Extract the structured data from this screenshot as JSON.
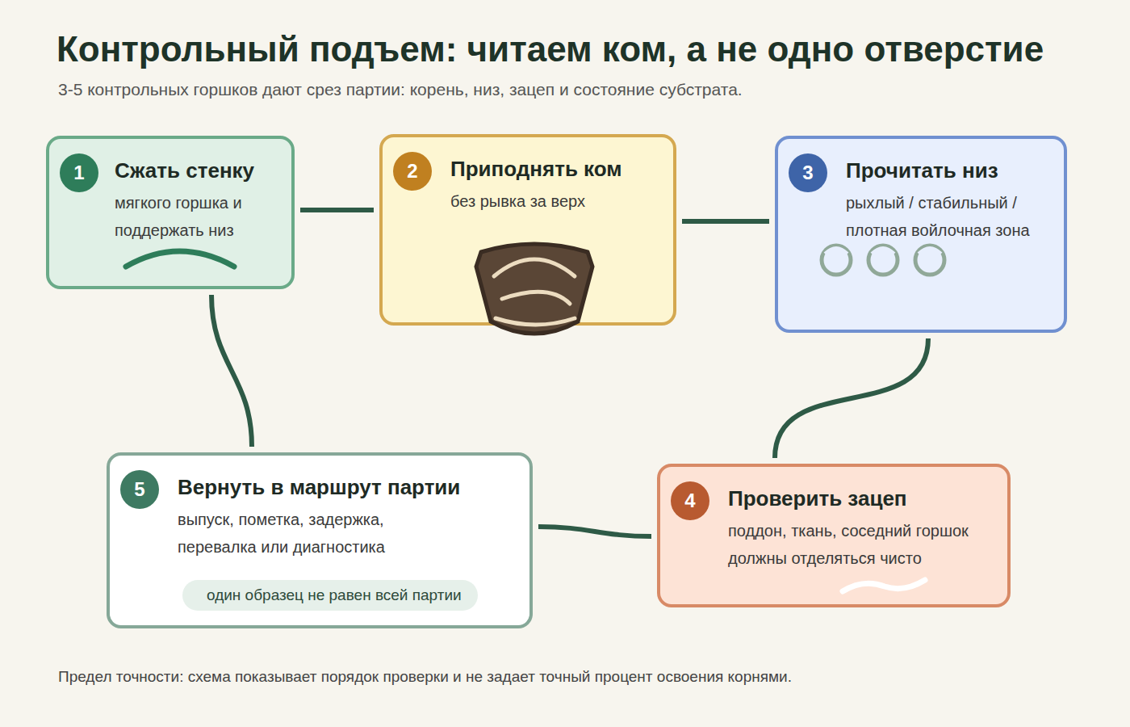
{
  "diagram": {
    "title": "Контрольный подъем: читаем ком, а не одно отверстие",
    "caption": "Предел точности: схема показывает порядок проверки и не задает точный процент освоения корнями.",
    "nodes": [
      {
        "text": [
          "1",
          "Сжать стенку",
          "мягкого горшка и поддержать низ"
        ]
      },
      {
        "text": [
          "2",
          "Приподнять ком",
          "без рывка за верх"
        ]
      },
      {
        "text": [
          "3",
          "Прочитать низ",
          "рыхлый / стабильный / плотная войлочная зона"
        ]
      },
      {
        "text": [
          "4",
          "Проверить зацеп",
          "поддон, ткань, соседний горшок должны отделяться чисто"
        ]
      },
      {
        "text": [
          "5",
          "Вернуть в маршрут партии",
          "выпуск, пометка, задержка, перевалка или диагностика"
        ]
      },
      {
        "text": [
          "один образец не равен всей партии"
        ],
        "in": 4
      }
    ],
    "edges": [
      {
        "from": 0,
        "to": 1,
        "arrow": "none"
      },
      {
        "from": 1,
        "to": 2,
        "arrow": "none"
      },
      {
        "from": 2,
        "to": 3,
        "arrow": "none"
      },
      {
        "from": 3,
        "to": 4,
        "arrow": "none"
      },
      {
        "from": 4,
        "to": 0,
        "arrow": "none"
      }
    ],
    "labels": [
      "3-5 контрольных горшков дают срез партии: корень, низ, зацеп и состояние субстрата."
    ]
  }
}
